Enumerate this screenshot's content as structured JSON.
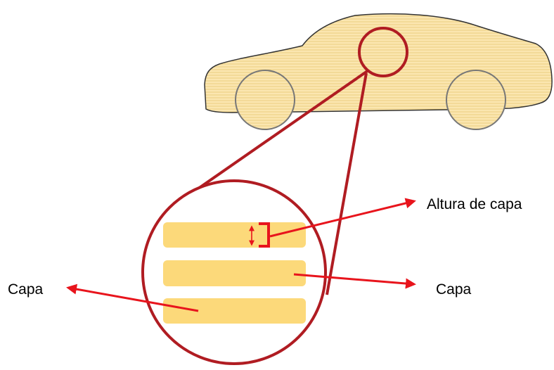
{
  "labels": {
    "layer_height": "Altura de capa",
    "layer_right": "Capa",
    "layer_left": "Capa"
  },
  "colors": {
    "car_fill": "#fbe6b0",
    "car_stripe": "#e8c873",
    "car_outline": "#333333",
    "layer_fill": "#fcd97a",
    "magnifier": "#b01c22",
    "arrow": "#e8141c",
    "text": "#000000"
  },
  "layers_shown": 3
}
